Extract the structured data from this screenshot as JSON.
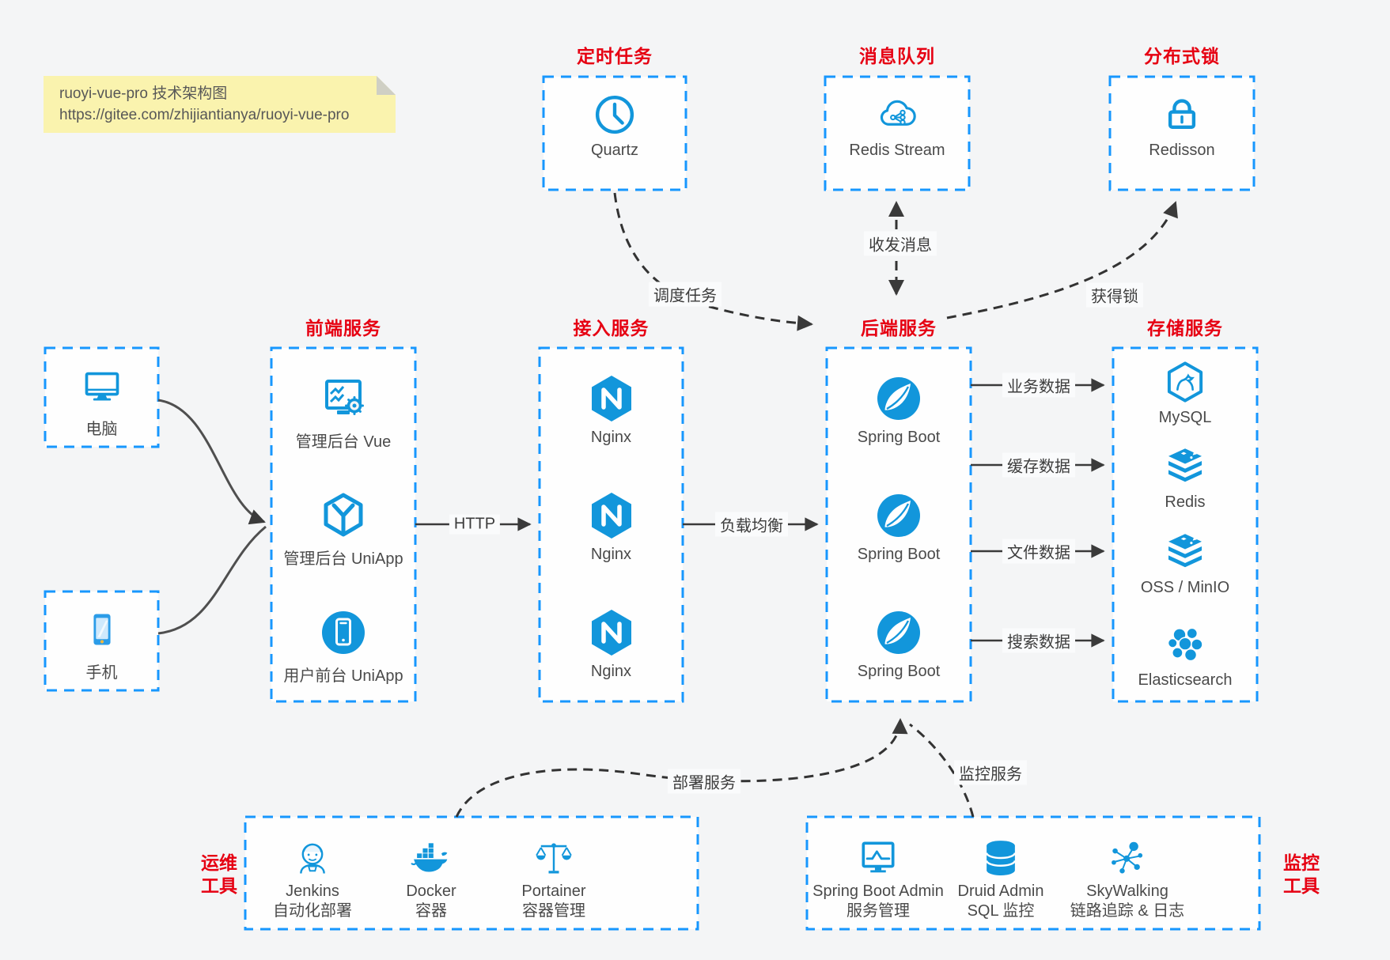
{
  "note": {
    "line1": "ruoyi-vue-pro 技术架构图",
    "line2": "https://gitee.com/zhijiantianya/ruoyi-vue-pro"
  },
  "colors": {
    "icon_blue": "#1296db",
    "box_border_blue": "#1797fe",
    "title_red": "#e60012",
    "arrow_dark": "#3a3a3a",
    "note_bg": "#faf3ae",
    "page_bg": "#f4f5f6"
  },
  "groups": {
    "scheduler": {
      "title": "定时任务",
      "item": {
        "label": "Quartz",
        "icon": "clock-icon"
      }
    },
    "mq": {
      "title": "消息队列",
      "item": {
        "label": "Redis Stream",
        "icon": "cloud-share-icon"
      }
    },
    "dlock": {
      "title": "分布式锁",
      "item": {
        "label": "Redisson",
        "icon": "lock-icon"
      }
    },
    "clients": {
      "items": [
        {
          "label": "电脑",
          "icon": "desktop-icon"
        },
        {
          "label": "手机",
          "icon": "smartphone-icon"
        }
      ]
    },
    "frontend": {
      "title": "前端服务",
      "items": [
        {
          "label": "管理后台 Vue",
          "icon": "admin-vue-icon"
        },
        {
          "label": "管理后台 UniApp",
          "icon": "cube-icon"
        },
        {
          "label": "用户前台 UniApp",
          "icon": "mobile-app-icon"
        }
      ]
    },
    "gateway": {
      "title": "接入服务",
      "items": [
        {
          "label": "Nginx",
          "icon": "nginx-icon"
        },
        {
          "label": "Nginx",
          "icon": "nginx-icon"
        },
        {
          "label": "Nginx",
          "icon": "nginx-icon"
        }
      ]
    },
    "backend": {
      "title": "后端服务",
      "items": [
        {
          "label": "Spring Boot",
          "icon": "spring-icon"
        },
        {
          "label": "Spring Boot",
          "icon": "spring-icon"
        },
        {
          "label": "Spring Boot",
          "icon": "spring-icon"
        }
      ]
    },
    "storage": {
      "title": "存储服务",
      "items": [
        {
          "label": "MySQL",
          "icon": "mysql-icon"
        },
        {
          "label": "Redis",
          "icon": "layers-icon"
        },
        {
          "label": "OSS / MinIO",
          "icon": "layers-icon"
        },
        {
          "label": "Elasticsearch",
          "icon": "elasticsearch-icon"
        }
      ]
    },
    "devops": {
      "side_title_line1": "运维",
      "side_title_line2": "工具",
      "items": [
        {
          "name": "Jenkins",
          "desc": "自动化部署",
          "icon": "jenkins-icon"
        },
        {
          "name": "Docker",
          "desc": "容器",
          "icon": "docker-icon"
        },
        {
          "name": "Portainer",
          "desc": "容器管理",
          "icon": "portainer-icon"
        }
      ]
    },
    "monitoring": {
      "side_title_line1": "监控",
      "side_title_line2": "工具",
      "items": [
        {
          "name": "Spring Boot Admin",
          "desc": "服务管理",
          "icon": "monitor-chart-icon"
        },
        {
          "name": "Druid Admin",
          "desc": "SQL 监控",
          "icon": "database-icon"
        },
        {
          "name": "SkyWalking",
          "desc": "链路追踪 & 日志",
          "icon": "topology-icon"
        }
      ]
    }
  },
  "edges": {
    "http": "HTTP",
    "load_balance": "负载均衡",
    "biz_data": "业务数据",
    "cache_data": "缓存数据",
    "file_data": "文件数据",
    "search_data": "搜索数据",
    "schedule_task": "调度任务",
    "send_receive_msg": "收发消息",
    "acquire_lock": "获得锁",
    "deploy_service": "部署服务",
    "monitor_service": "监控服务"
  }
}
